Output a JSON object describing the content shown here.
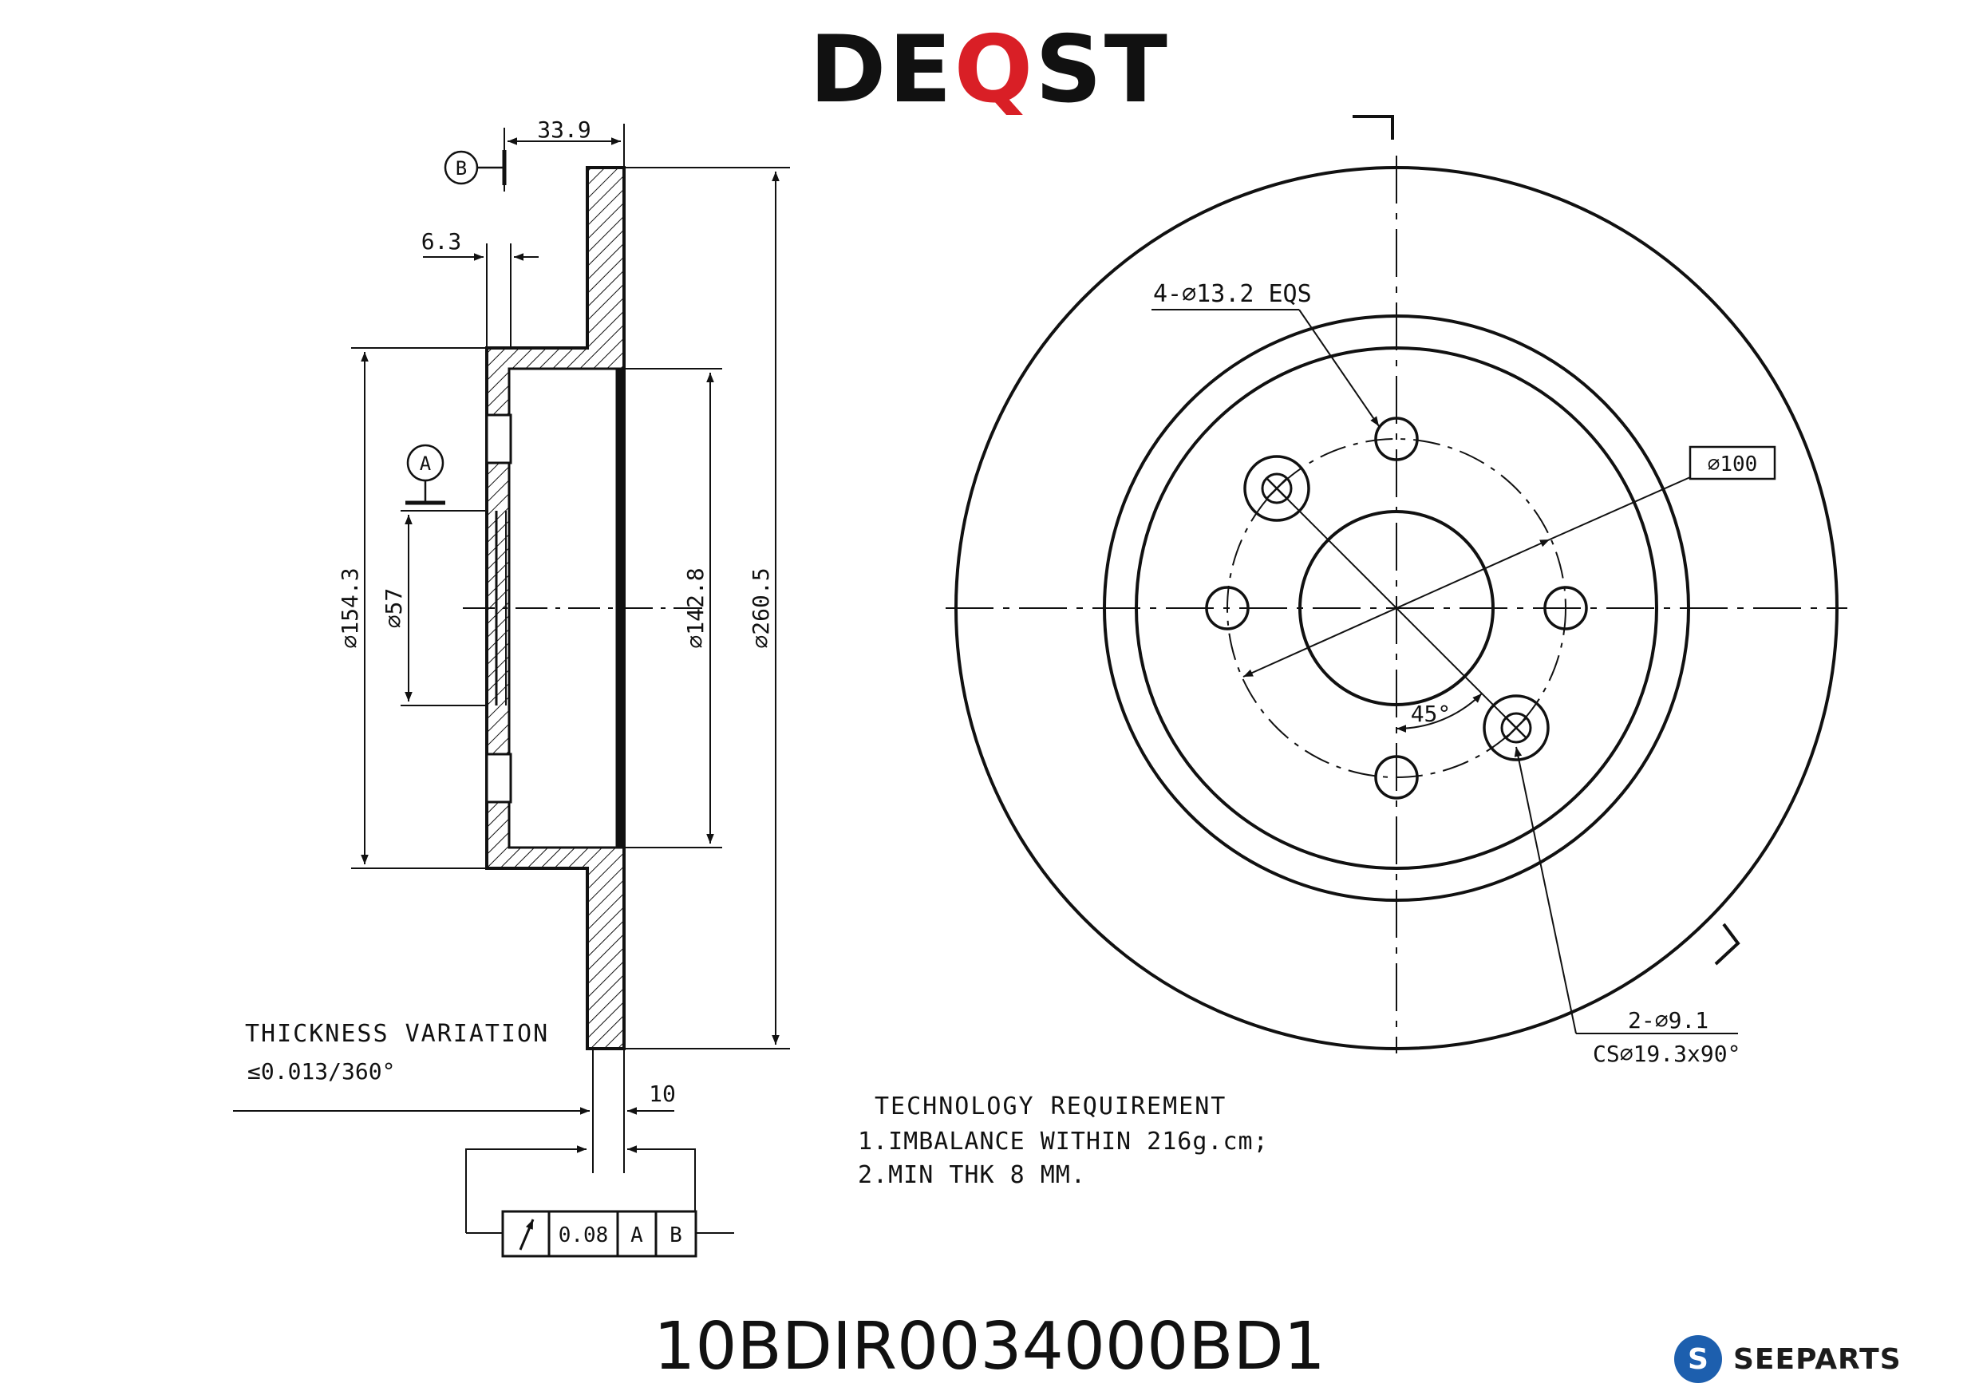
{
  "header": {
    "brand_prefix": "DE",
    "brand_accent": "Q",
    "brand_suffix": "ST"
  },
  "section_view": {
    "dims": {
      "offset": "33.9",
      "hat_step": "6.3",
      "hat_dia": "⌀154.3",
      "center_bore": "⌀57",
      "inner_dia": "⌀142.8",
      "outer_dia": "⌀260.5",
      "disc_thk": "10"
    },
    "datums": {
      "a": "A",
      "b": "B"
    },
    "thickness_title": "THICKNESS VARIATION",
    "thickness_value": "≤0.013/360°",
    "runout_frame": {
      "tolerance": "0.08",
      "datum_1": "A",
      "datum_2": "B"
    }
  },
  "front_view": {
    "bolt_holes": "4-⌀13.2 EQS",
    "pcd": "⌀100",
    "angle": "45°",
    "aux_holes": "2-⌀9.1",
    "countersink": "CS⌀19.3x90°"
  },
  "tech_req": {
    "title": "TECHNOLOGY REQUIREMENT",
    "item1": "1.IMBALANCE WITHIN 216g.cm;",
    "item2": "2.MIN THK 8 MM."
  },
  "footer": {
    "part_number": "10BDIR0034000BD1",
    "logo_text": "SEEPARTS",
    "logo_glyph": "S"
  },
  "colors": {
    "line": "#111111",
    "brand_accent": "#d91f26",
    "logo_blue": "#1d5fae"
  }
}
